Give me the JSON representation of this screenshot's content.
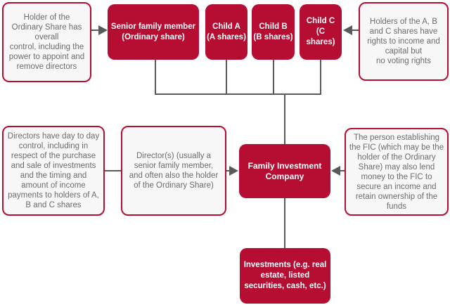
{
  "colors": {
    "brand_red": "#b60d33",
    "note_background": "#f7f7f7",
    "note_text_gray": "#6b6c6f",
    "connector_gray": "#58595b",
    "red_box_text": "#ffffff"
  },
  "nodes": {
    "holder_note": "Holder of the\nOrdinary Share has\noverall\ncontrol, including the\npower to appoint and\nremove directors",
    "senior_member": "Senior family member\n(Ordinary share)",
    "child_a": "Child A\n(A shares)",
    "child_b": "Child B\n(B shares)",
    "child_c": "Child C\n(C shares)",
    "abc_holders_note": "Holders of the A, B\nand C shares have\nrights to income and\ncapital but\nno voting rights",
    "directors_control_note": "Directors have day to day\ncontrol, including in\nrespect of the purchase\nand sale of investments\nand the timing and\namount of income\npayments to holders of A,\nB and C shares",
    "directors": "Director(s) (usually a\nsenior family member,\nand often also the holder\nof the Ordinary Share)",
    "fic": "Family Investment\nCompany",
    "lender_note": "The person establishing\nthe FIC (which may be the\nholder of the Ordinary\nShare) may also lend\nmoney to the FIC to\nsecure an income and\nretain ownership of the\nfunds",
    "investments": "Investments (e.g. real\nestate, listed\nsecurities, cash, etc.)"
  }
}
